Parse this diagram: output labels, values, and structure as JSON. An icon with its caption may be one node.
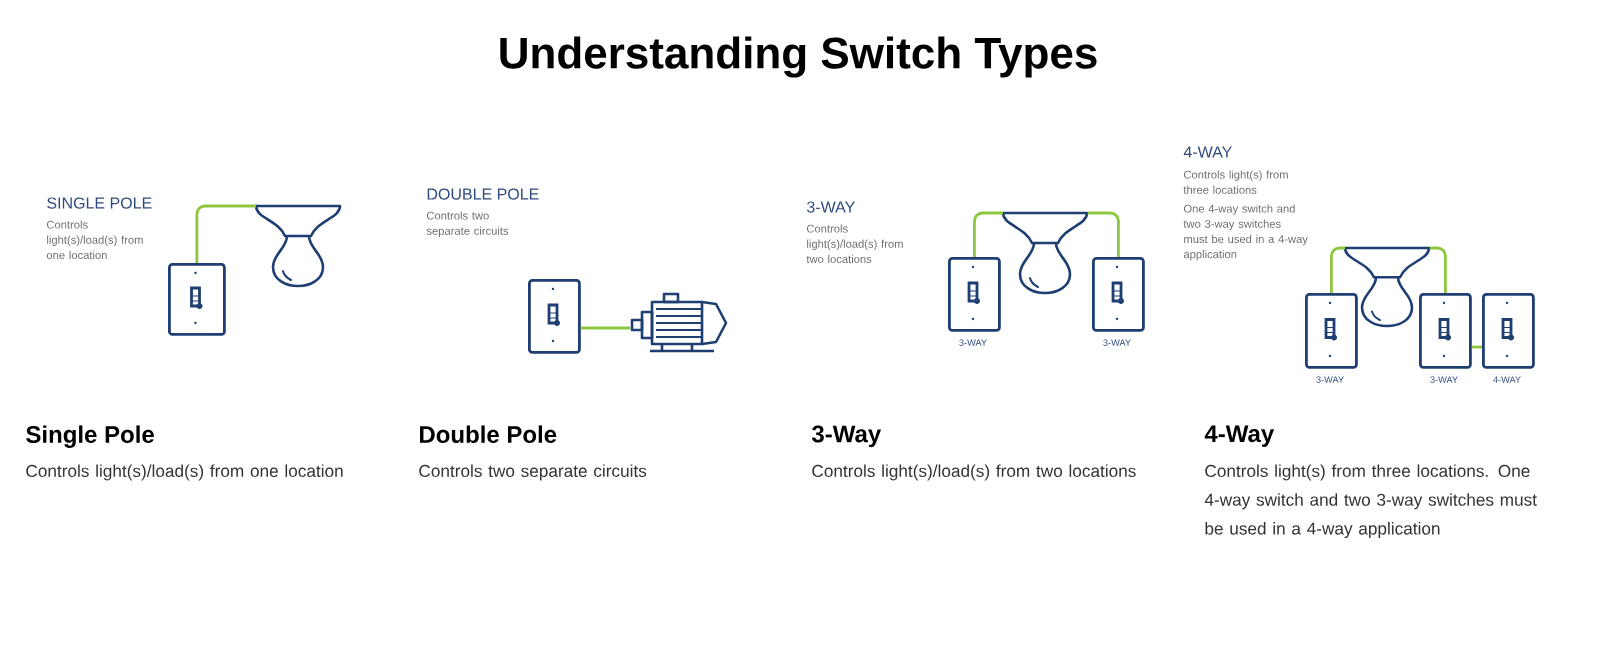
{
  "diagram": {
    "title": "Understanding Switch Types",
    "nodes": [
      {
        "text": [],
        "shape": "switch"
      },
      {
        "text": [],
        "shape": "bulb"
      },
      {
        "text": [],
        "shape": "switch"
      },
      {
        "text": [],
        "shape": "motor"
      },
      {
        "text": [],
        "shape": "switch",
        "beside": [
          "3-WAY"
        ]
      },
      {
        "text": [],
        "shape": "bulb"
      },
      {
        "text": [],
        "shape": "switch",
        "beside": [
          "3-WAY"
        ]
      },
      {
        "text": [],
        "shape": "switch",
        "beside": [
          "3-WAY"
        ]
      },
      {
        "text": [],
        "shape": "bulb"
      },
      {
        "text": [],
        "shape": "switch",
        "beside": [
          "3-WAY"
        ]
      },
      {
        "text": [],
        "shape": "switch",
        "beside": [
          "4-WAY"
        ]
      }
    ],
    "edges": [
      {
        "from": 0,
        "to": 1,
        "arrow": "none"
      },
      {
        "from": 2,
        "to": 3,
        "arrow": "none"
      },
      {
        "from": 4,
        "to": 5,
        "arrow": "none"
      },
      {
        "from": 5,
        "to": 6,
        "arrow": "none"
      },
      {
        "from": 7,
        "to": 8,
        "arrow": "none"
      },
      {
        "from": 8,
        "to": 9,
        "arrow": "none"
      },
      {
        "from": 9,
        "to": 10,
        "arrow": "none"
      }
    ],
    "labels": [
      "SINGLE POLE",
      "Controls light(s)/load(s) from one location",
      "DOUBLE POLE",
      "Controls two separate circuits",
      "3-WAY",
      "Controls light(s)/load(s) from two locations",
      "4-WAY",
      "Controls light(s) from three locations",
      "One 4-way switch and two 3-way switches must be used in a 4-way application",
      "Single Pole",
      "Controls light(s)/load(s) from one location",
      "Double Pole",
      "Controls two separate circuits",
      "3-Way",
      "Controls light(s)/load(s) from two locations",
      "4-Way",
      "Controls light(s) from three locations. One 4-way switch and two 3-way switches must be used in a 4-way application"
    ]
  }
}
